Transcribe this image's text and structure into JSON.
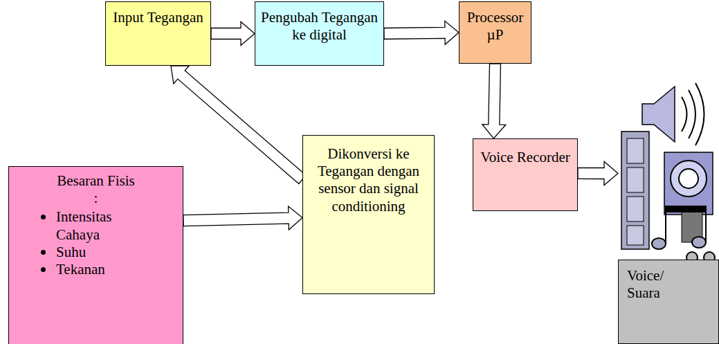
{
  "diagram": {
    "nodes": [
      {
        "text": [
          "Input Tegangan"
        ]
      },
      {
        "text": [
          "Pengubah Tegangan ke digital"
        ]
      },
      {
        "text": [
          "Processor µP"
        ]
      },
      {
        "text": [
          "Dikonversi ke Tegangan dengan sensor dan signal conditioning"
        ]
      },
      {
        "text": [
          "Voice Recorder"
        ]
      },
      {
        "text": [
          "Besaran Fisis :",
          "Intensitas Cahaya",
          "Suhu",
          "Tekanan"
        ]
      },
      {
        "text": [
          "Voice/ Suara"
        ]
      }
    ],
    "edges": [
      {
        "from": 0,
        "to": 1,
        "arrow": "to"
      },
      {
        "from": 1,
        "to": 2,
        "arrow": "to"
      },
      {
        "from": 2,
        "to": 4,
        "arrow": "to"
      },
      {
        "from": 5,
        "to": 3,
        "arrow": "to"
      },
      {
        "from": 3,
        "to": 0,
        "arrow": "to"
      },
      {
        "from": 4,
        "to": 6,
        "arrow": "to"
      }
    ]
  }
}
